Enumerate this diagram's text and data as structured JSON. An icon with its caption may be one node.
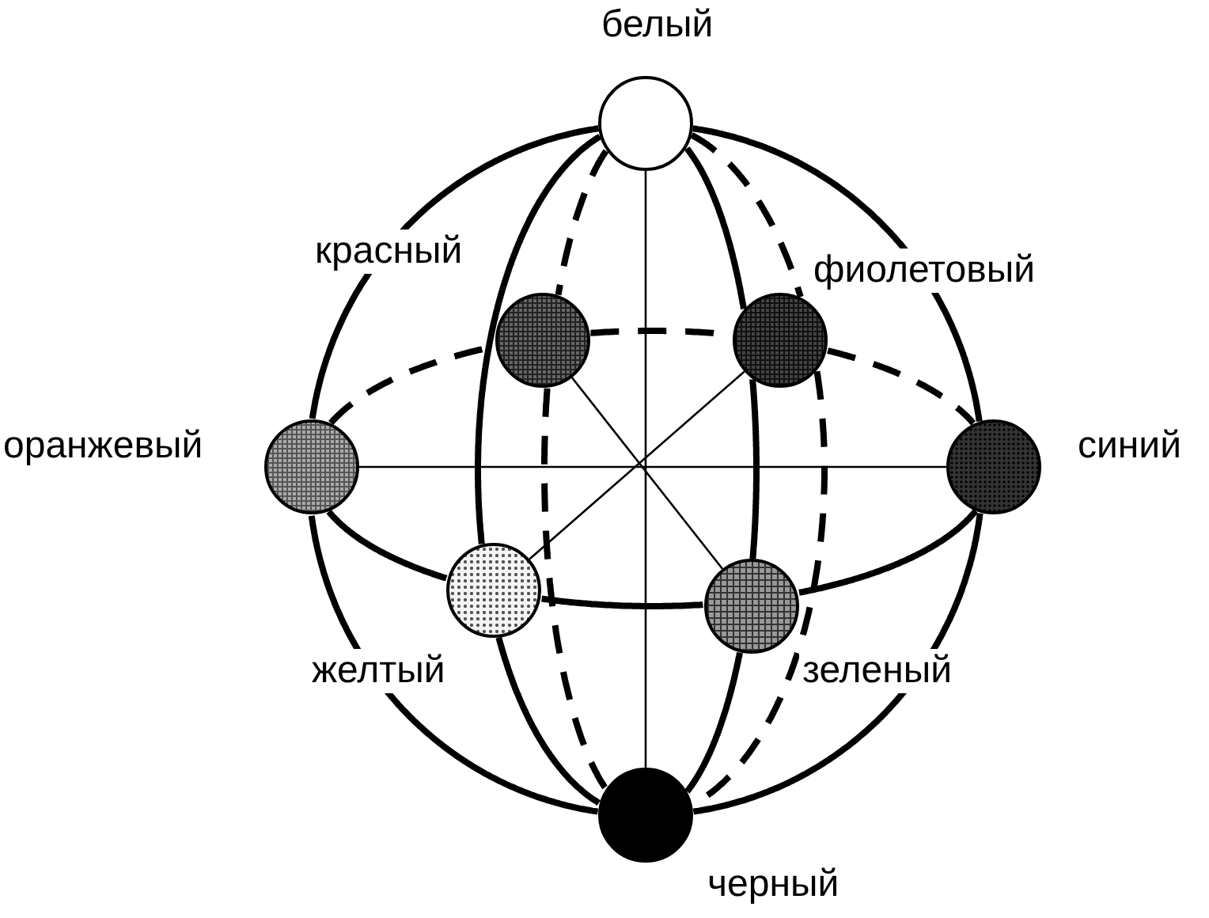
{
  "diagram": {
    "nodes": [
      {
        "text": [],
        "shape": "circle",
        "beside": [
          "белый"
        ]
      },
      {
        "text": [],
        "shape": "circle",
        "beside": [
          "красный"
        ]
      },
      {
        "text": [],
        "shape": "circle",
        "beside": [
          "фиолетовый"
        ]
      },
      {
        "text": [],
        "shape": "circle",
        "beside": [
          "оранжевый"
        ]
      },
      {
        "text": [],
        "shape": "circle",
        "beside": [
          "синий"
        ]
      },
      {
        "text": [],
        "shape": "circle",
        "beside": [
          "желтый"
        ]
      },
      {
        "text": [],
        "shape": "circle",
        "beside": [
          "зеленый"
        ]
      },
      {
        "text": [],
        "shape": "circle",
        "beside": [
          "черный"
        ]
      }
    ],
    "edges": [
      {
        "from": 0,
        "to": 7,
        "arrow": "none"
      },
      {
        "from": 3,
        "to": 4,
        "arrow": "none"
      },
      {
        "from": 1,
        "to": 6,
        "arrow": "none"
      },
      {
        "from": 2,
        "to": 5,
        "arrow": "none"
      },
      {
        "from": 0,
        "to": 3,
        "arrow": "none"
      },
      {
        "from": 3,
        "to": 7,
        "arrow": "none"
      },
      {
        "from": 7,
        "to": 4,
        "arrow": "none"
      },
      {
        "from": 4,
        "to": 0,
        "arrow": "none"
      },
      {
        "from": 3,
        "to": 1,
        "arrow": "none",
        "style": "dashed"
      },
      {
        "from": 1,
        "to": 2,
        "arrow": "none",
        "style": "dashed"
      },
      {
        "from": 2,
        "to": 4,
        "arrow": "none",
        "style": "dashed"
      },
      {
        "from": 4,
        "to": 6,
        "arrow": "none"
      },
      {
        "from": 6,
        "to": 5,
        "arrow": "none"
      },
      {
        "from": 5,
        "to": 3,
        "arrow": "none"
      },
      {
        "from": 0,
        "to": 1,
        "arrow": "none"
      },
      {
        "from": 1,
        "to": 5,
        "arrow": "none"
      },
      {
        "from": 5,
        "to": 7,
        "arrow": "none"
      },
      {
        "from": 0,
        "to": 1,
        "arrow": "none",
        "style": "dashed"
      },
      {
        "from": 1,
        "to": 7,
        "arrow": "none",
        "style": "dashed"
      },
      {
        "from": 0,
        "to": 2,
        "arrow": "none"
      },
      {
        "from": 2,
        "to": 6,
        "arrow": "none"
      },
      {
        "from": 6,
        "to": 7,
        "arrow": "none"
      },
      {
        "from": 0,
        "to": 2,
        "arrow": "none",
        "style": "dashed"
      },
      {
        "from": 2,
        "to": 7,
        "arrow": "none",
        "style": "dashed"
      }
    ]
  }
}
